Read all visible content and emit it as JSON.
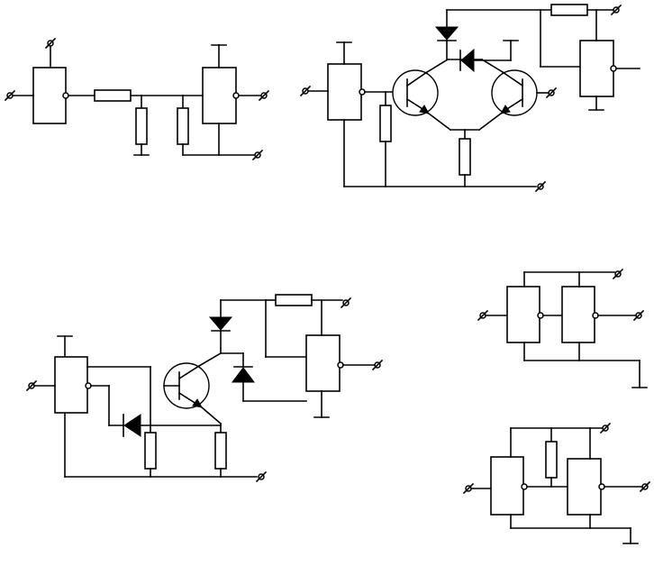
{
  "diagram": {
    "background": "#ffffff",
    "ink": "#000000",
    "circuits": [
      {
        "id": "circuit-1",
        "components": [
          "logic-gate",
          "resistor",
          "resistor",
          "resistor",
          "logic-gate"
        ]
      },
      {
        "id": "circuit-2",
        "components": [
          "logic-gate",
          "resistor",
          "transistor",
          "transistor",
          "diode",
          "diode",
          "resistor",
          "resistor",
          "logic-gate"
        ]
      },
      {
        "id": "circuit-3",
        "components": [
          "logic-gate",
          "diode",
          "resistor",
          "transistor",
          "resistor",
          "diode",
          "diode",
          "resistor",
          "logic-gate"
        ]
      },
      {
        "id": "circuit-4",
        "components": [
          "logic-gate",
          "logic-gate"
        ]
      },
      {
        "id": "circuit-5",
        "components": [
          "logic-gate",
          "resistor",
          "logic-gate"
        ]
      }
    ],
    "icons": {
      "terminal": "terminal-icon",
      "ground": "ground-icon",
      "diode": "diode-icon",
      "transistor": "transistor-icon"
    }
  }
}
